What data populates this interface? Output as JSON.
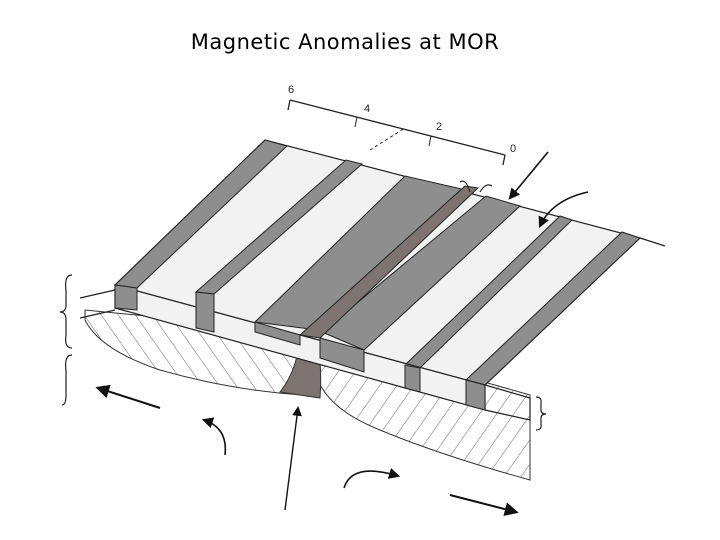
{
  "title": "Magnetic Anomalies at MOR",
  "scale": {
    "labels": [
      "6",
      "4",
      "2",
      "0"
    ]
  },
  "colors": {
    "normal_stripe": "#8e8e8e",
    "reversed_stripe": "#f2f2f2",
    "ridge_magma": "#7d7471",
    "outline": "#222222"
  },
  "stripe_pattern": [
    "normal",
    "reversed",
    "normal",
    "reversed",
    "normal",
    "ridge",
    "normal",
    "reversed",
    "normal",
    "reversed",
    "normal"
  ]
}
